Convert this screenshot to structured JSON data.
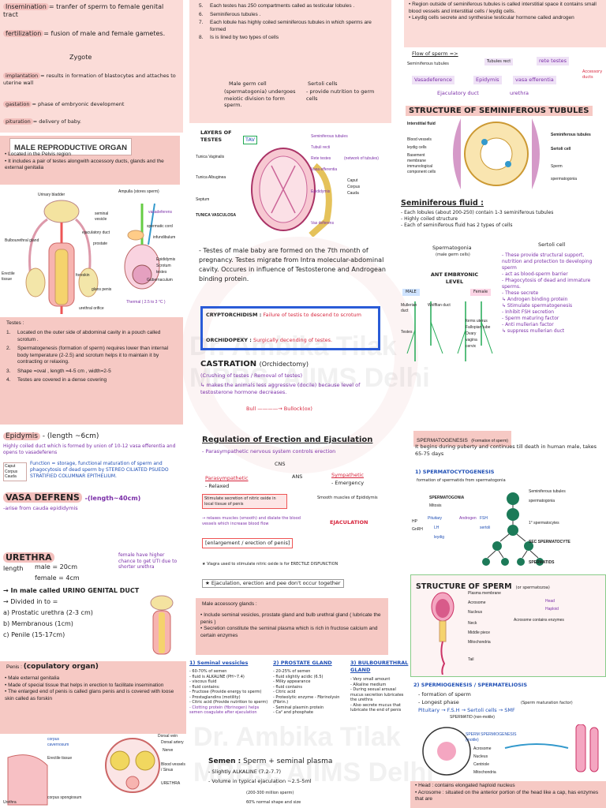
{
  "watermark": {
    "line1": "Dr. Ambika Tilak",
    "line2": "MBBS, AIIMS Delhi",
    "line3": "Dr. Ambika Tilak",
    "line4": "MBBS, AIIMS Delhi"
  },
  "col1": {
    "defs": [
      {
        "term": "Insemination",
        "text": "= tranfer of sperm to female genital tract"
      },
      {
        "term": "fertilization",
        "text": "= fusion of male and female gametes."
      },
      {
        "term": "",
        "text": "Zygote"
      },
      {
        "term": "implantation",
        "text": "= results in formation of blastocytes and attaches to uterine wall"
      },
      {
        "term": "gastation",
        "text": "= phase of embryonic development"
      },
      {
        "term": "pituration",
        "text": "= delivery of baby."
      }
    ],
    "male_organ": {
      "title": "MALE REPRODUCTIVE ORGAN",
      "items": [
        "Located in the Pelvis region",
        "It includes a pair of testes alongwith accessory ducts, glands and the external genitalia"
      ]
    },
    "diagram_labels": [
      "Urinary bladder",
      "Ampulla (stores sperm)",
      "vasadeferens",
      "seminal vesicle",
      "ejaculatory duct",
      "spermatic cord",
      "Bulbourethral gland",
      "prostate",
      "infundibulum",
      "Erectile tissue",
      "foreskin",
      "Epididymis",
      "Scrotum",
      "testes",
      "glans penis",
      "Gubernaculum",
      "Thermal ( 2.5 to 3 °C )",
      "urethral orifice"
    ],
    "testes": {
      "title": "Testes :",
      "items": [
        {
          "num": "1.",
          "text": "Located on the outer side of abdominal cavity in a pouch called scrotum ."
        },
        {
          "num": "2.",
          "text": "Spermatogenesis (formation of sperm) requires lower than internal body temperature (2-2.5) and scrotum helps it to maintain it by contracting or relaxing."
        },
        {
          "num": "3.",
          "text": "Shape =oval , length =4-5 cm , width=2-5"
        },
        {
          "num": "4.",
          "text": "Testes are covered in a dense covering"
        }
      ]
    },
    "epididymis": {
      "title": "Epidymis",
      "length": "- (length ~6cm)",
      "desc": "Highly coiled duct which is formed by union of 10-12 vasa efferentia and opens to vasadeferens",
      "function": "Function = storage, functional maturation of sperm and phagocytosis of dead sperm by STEREO CILIATED PSUEDO STRATIFIED COLUMNAR EPITHELIUM.",
      "parts": [
        "Caput",
        "Corpus",
        "Cauda"
      ]
    },
    "vasa": {
      "title": "VASA DEFRENS",
      "length": "-(length~40cm)",
      "desc": "-arise from cauda epididymis"
    },
    "urethra": {
      "title": "URETHRA",
      "length_label": "length",
      "male": "male = 20cm",
      "female": "female = 4cm",
      "note": "female have higher chance to get UTI due to shorter urethra",
      "duct": "→ In male called URINO GENITAL DUCT",
      "divided": "→ Divided in to =",
      "parts": [
        "a) Prostatic urethra (2-3 cm)",
        "b) Membranous (1cm)",
        "c) Penile (15-17cm)"
      ]
    },
    "penis": {
      "title": "Penis :",
      "subtitle": "(copulatory organ)",
      "items": [
        "Male external genitalia",
        "Made of special tissue that helps in erection to facilitate insemination",
        "The enlarged end of penis is called glans penis and is covered with loose skin called as forskin"
      ]
    },
    "penis_labels": [
      "corpus cavernosum",
      "Erectile tissue",
      "corpus spongiosum",
      "Urethra",
      "Dorsal vein",
      "Dorsal artery",
      "Nerve",
      "Blood vessels / Sinus",
      "URETHRA"
    ]
  },
  "col2": {
    "testes_cont": [
      {
        "num": "5.",
        "text": "Each testes has 250 compartments called as testicular lobules ."
      },
      {
        "num": "6.",
        "text": "Seminiferous tubules ."
      },
      {
        "num": "7.",
        "text": "Each lobule has highly coiled seminiferous tubules in which sperms are formed"
      },
      {
        "num": "8.",
        "text": "Is is lined by two types of cells"
      }
    ],
    "cells": {
      "left_title": "Male germ cell",
      "left_desc": "(spermatogonia) undergoes meiotic division to form sperm.",
      "right_title": "Sertoli cells",
      "right_desc": "- provide nutrition to germ cells"
    },
    "layers": {
      "title": "LAYERS OF TESTES",
      "items": [
        "TAV",
        "Tunica Vaginalis",
        "Tunica Albuginea",
        "TUNICA VASCULOSA",
        "Septum"
      ],
      "labels": [
        "Seminiferous tubules",
        "Tubuli recti",
        "Rete testes",
        "Vasa efferentia",
        "Epididymis",
        "Caput",
        "Corpus",
        "Cauda",
        "Vas deferens",
        "(network of tubules)"
      ]
    },
    "migration": "- Testes of male baby are formed on the 7th month of pregnancy. Testes migrate from Intra molecular-abdominal cavity. Occures in influence of Testosterone and Androgean binding protein.",
    "crypto": {
      "term": "CRYPTORCHIDISM :",
      "text": "Failure of testis to descend to scrotum"
    },
    "orchido": {
      "term": "ORCHIDOPEXY :",
      "text": "Surgically decending of testes."
    },
    "castration": {
      "title": "CASTRATION",
      "sub": "(Orchidectomy)",
      "items": [
        "(Crushing of testes / Removal of testes)",
        "↳ makes the animals less aggressive (docile) because level of testosterone hormone decreases."
      ],
      "bull": "Bull ————→ Bullock(ox)"
    },
    "erection": {
      "title": "Regulation of Erection and Ejaculation",
      "sub": "- Parasympathetic nervous system controls erection",
      "cns": "CNS",
      "ans": "ANS",
      "para": "Parasympathetic",
      "relaxed": "- Relaxed",
      "symp": "Sympathetic",
      "emergency": "- Emergency",
      "stim": "Stimulate secretion of nitric oxide in local tissue of penis",
      "relax": "→ relaxes muscles (smooth) and dialate the blood vessels which increase blood flow",
      "enlarge": "[enlargement / erection of penis]",
      "smooth": "Smooth muscles of Epididymis",
      "ejac": "EJACULATION",
      "viagra": "★ Viagra used to stimulate nitric oxide is for ERECTILE DISFUNCTION",
      "note": "★ Ejaculation, erection and pee don't occur together"
    },
    "glands": {
      "title": "Male accessory glands :",
      "items": [
        "Include seminal vesicles, prostate gland and bulb urethral gland ( lubricate the penis )",
        "Secretion constitute the seminal plasma which is rich in fructose calcium and certain enzymes"
      ]
    },
    "vesicle": {
      "title": "1) Seminal vessicles",
      "items": [
        "- 60-70% of semen",
        "- fluid is ALKALINE (PH~7.4)",
        "- viscous fluid",
        "- fluid contains:",
        "- Fructose (Provide energy to sperm)",
        "- Prostaglandins (motility)",
        "- Citric acid (Provide nutrition to sperm)",
        "- Clotting protein (fibrinogen) helps semen coagulate after ejaculation"
      ]
    },
    "prostate": {
      "title": "2) PROSTATE GLAND",
      "items": [
        "- 20-25% of semen",
        "- fluid slightly acidic (6.5)",
        "- Milky appearance",
        "- fluid contains",
        "- Citric acid",
        "- Proteolytic enzyme - Fibrinolysin (Fibrin.)",
        "- Seminal plasmin protein",
        "- Ca² and phosphate"
      ]
    },
    "bulbo": {
      "title": "3) BULBOURETHRAL GLAND",
      "items": [
        "- Very small amount",
        "- Alkaline medium",
        "- During sexual arousal mucus secretion lubricates the urethra",
        "- Also secrete mucus that lubricate the end of penis"
      ]
    },
    "semen": {
      "title": "Semen :",
      "eq": "Sperm + seminal plasma",
      "alk": "- Slightly ALKALINE (7.2-7.7)",
      "vol": "- Volume in typical ejaculation ~2.5-5ml",
      "count": "(200-300 million sperm)",
      "normal": "60% normal shape and size"
    }
  },
  "col3": {
    "top": [
      "Region outside of seminiferous tubules is called interstitial space it contains small blood vessels and interstitial cells / leydig cells.",
      "Leydig cells secrete and synthesise testicular hormone called androgen"
    ],
    "flow": {
      "title": "Flow of sperm =>",
      "line1a": "Seminiferous tubules",
      "line1b": "Tubules rect",
      "line1c": "rete testes",
      "line2a": "Vasadeference",
      "line2b": "Epidymis",
      "line2c": "vasa efferentia",
      "acc": "Accessory ducts",
      "line3a": "Ejaculatory duct",
      "line3b": "urethra"
    },
    "structure": {
      "title": "STRUCTURE OF SEMINIFEROUS TUBULES",
      "labels": [
        "Interstitial fluid",
        "Blood vessels",
        "leydig cells",
        "Basement membrane",
        "immunological component cells",
        "Seminiferous tubules",
        "Sertoli cell",
        "Sperm",
        "spermatogonia"
      ]
    },
    "fluid": {
      "title": "Seminiferous fluid :",
      "items": [
        "- Each lobules (about 200-250) contain 1-3 seminiferous tubules",
        "- Highly coiled structure",
        "- Each of seminiferous fluid has 2 types of cells"
      ],
      "sperm": "Spermatogonia",
      "sperm2": "(male germ cells)",
      "sertoli": "Sertoli cell"
    },
    "sertoli": [
      "- These provide structural support, nutrition and protection to developing sperm",
      "- act as blood-sperm barrier",
      "- Phagocytosis of dead and immature sperms.",
      "- These secrete",
      "↳ Androgen binding protein",
      "↳ Stimulate spermatogenesis",
      "- Inhibit FSH secretion",
      "- Sperm maturing factor",
      "- Anti mullerian factor",
      "↳ suppress mullerian duct"
    ],
    "embryo": {
      "title": "ANT EMBRYONIC LEVEL",
      "male": "MALE",
      "female": "Female",
      "labels": [
        "Mullerian duct",
        "Wolffian duct",
        "Testes",
        "forms uterus",
        "Fallopian tube",
        "Ovary",
        "vagina",
        "cervix"
      ]
    },
    "spermatogenesis": {
      "title": "SPERMATOGENESIS",
      "sub": "(Formation of sperm)",
      "desc": "It begins during puberty and continues till death in human male, takes 65-75 days",
      "s1": "1) SPERMATOCYTOGENESIS",
      "s1d": "formation of spermatids from spermatogonia",
      "labels": [
        "SPERMATOGONIA",
        "Seminiferous tubules",
        "spermatogonia",
        "Mitosis",
        "1° spermatocytes",
        "SEC SPERMATOCYTE",
        "SPERMATIDS",
        "HP",
        "GnRH",
        "Pituitary",
        "LH",
        "leydig",
        "Androgen",
        "FSH",
        "sertoli"
      ]
    },
    "sperm_struct": {
      "title": "STRUCTURE OF SPERM",
      "sub": "(or spermatozoa)",
      "labels": [
        "Plasma membrane",
        "Acrosome",
        "Nucleus",
        "Neck",
        "Middle piece",
        "Mitochondria",
        "Tail",
        "Head",
        "Haploid",
        "Acrosome contains enzymes"
      ]
    },
    "spermiogenesis": {
      "title": "2) SPERMIOGENESIS / SPERMATELIOSIS",
      "items": [
        "- formation of sperm",
        "- Longest phase"
      ],
      "chain": "Pituitary → F.S.H → Sertoli cells → SMF",
      "smf": "(Sperm maturation factor)",
      "labels": [
        "SPERMATID (non-motile)",
        "SPERM SPERMIOGENESIS (motile)",
        "Acrosome",
        "Nucleus",
        "Centriole",
        "Mitochondria"
      ]
    },
    "head": [
      "Head : contains elongated haploid nucleus",
      "Acrosome : situated on the anterior portion of the head like a cap, has enzymes that are"
    ]
  }
}
